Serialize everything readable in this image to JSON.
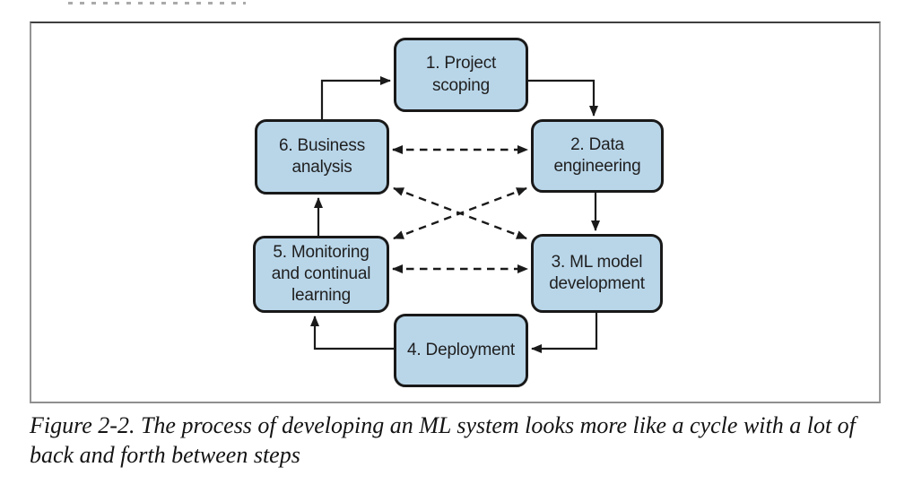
{
  "diagram": {
    "boxes": [
      {
        "step": 1,
        "label": "1. Project\nscoping"
      },
      {
        "step": 2,
        "label": "2. Data\nengineering"
      },
      {
        "step": 3,
        "label": "3. ML model\ndevelopment"
      },
      {
        "step": 4,
        "label": "4. Deployment"
      },
      {
        "step": 5,
        "label": "5. Monitoring\nand continual\nlearning"
      },
      {
        "step": 6,
        "label": "6. Business\nanalysis"
      }
    ],
    "solid_cycle_arrows": [
      {
        "from": 1,
        "to": 2
      },
      {
        "from": 2,
        "to": 3
      },
      {
        "from": 3,
        "to": 4
      },
      {
        "from": 4,
        "to": 5
      },
      {
        "from": 5,
        "to": 6
      },
      {
        "from": 6,
        "to": 1
      }
    ],
    "dashed_double_arrows": [
      {
        "between": [
          6,
          2
        ]
      },
      {
        "between": [
          6,
          3
        ]
      },
      {
        "between": [
          5,
          2
        ]
      },
      {
        "between": [
          5,
          3
        ]
      }
    ],
    "colors": {
      "box_fill": "#b9d6e9",
      "box_border": "#191919",
      "arrow": "#1a1a1a",
      "frame_border": "#8f8f8f",
      "frame_border_top": "#3f3f3f"
    }
  },
  "caption": {
    "line1": "Figure 2-2. The process of developing an ML system looks more like a cycle with a lot of",
    "line2": "back and forth between steps",
    "full": "Figure 2-2. The process of developing an ML system looks more like a cycle with a lot of back and forth between steps"
  }
}
